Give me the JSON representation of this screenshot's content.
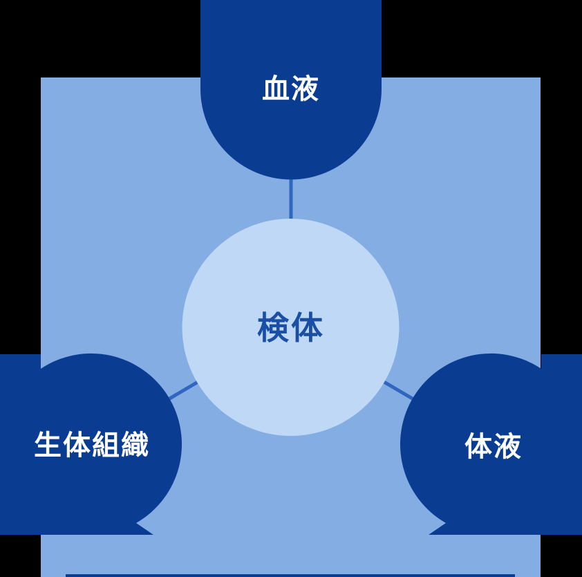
{
  "diagram": {
    "title": "specimen-types-diagram",
    "center": {
      "id": "specimen",
      "label": "検体"
    },
    "nodes": [
      {
        "id": "blood",
        "label": "血液",
        "position": "top"
      },
      {
        "id": "tissue",
        "label": "生体組織",
        "position": "bottom-left"
      },
      {
        "id": "fluid",
        "label": "体液",
        "position": "bottom-right"
      }
    ]
  },
  "colors": {
    "background": "#000000",
    "panel": "#84ade4",
    "node_fill": "#0a3d92",
    "node_text": "#ffffff",
    "center_fill": "#bed8f6",
    "center_text": "#1a4fa5",
    "connector": "#3066c0",
    "bottom_bar": "#0a3d92"
  }
}
